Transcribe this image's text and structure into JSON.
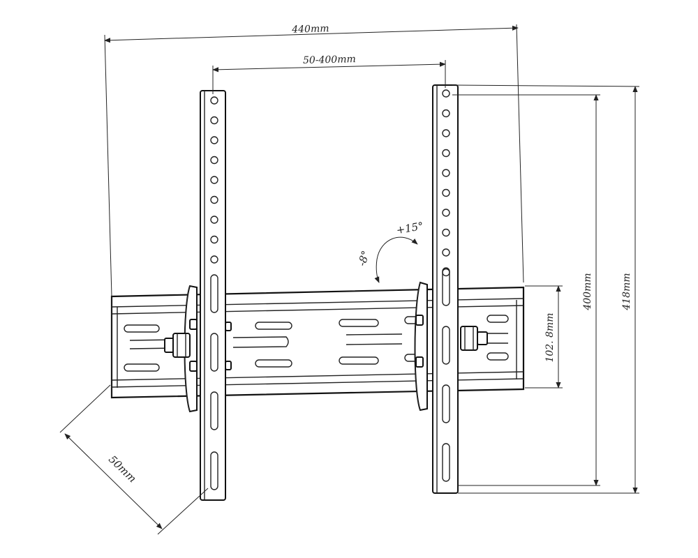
{
  "dimensions": {
    "overall_width": "440mm",
    "hole_spacing": "50-400mm",
    "vertical_span": "400mm",
    "overall_height": "418mm",
    "rail_height": "102. 8mm",
    "depth": "50mm"
  },
  "tilt": {
    "up": "+15°",
    "down": "-8°"
  }
}
